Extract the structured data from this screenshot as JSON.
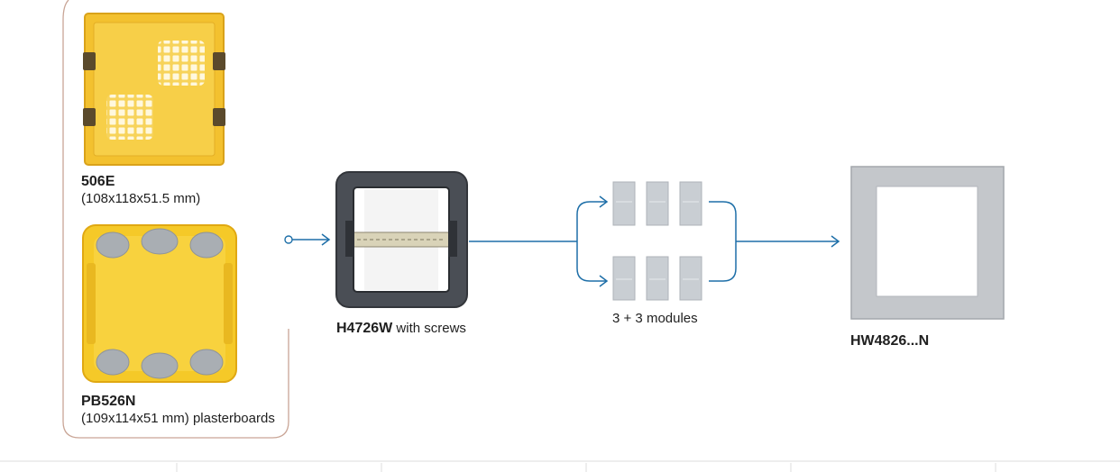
{
  "boxes": {
    "item1": {
      "code": "506E",
      "dims": "(108x118x51.5 mm)"
    },
    "item2": {
      "code": "PB526N",
      "dims": "(109x114x51 mm) plasterboards"
    }
  },
  "frame": {
    "code": "H4726W",
    "suffix": "with screws"
  },
  "modules": {
    "label": "3 + 3 modules"
  },
  "plate": {
    "code": "HW4826...N"
  },
  "colors": {
    "arrow": "#1e6fa8",
    "bracket": "#c9a596",
    "box_yellow": "#f5c531",
    "frame_dark": "#4a4e55",
    "module_grey": "#c9ced3",
    "plate_grey": "#c4c7cb"
  }
}
